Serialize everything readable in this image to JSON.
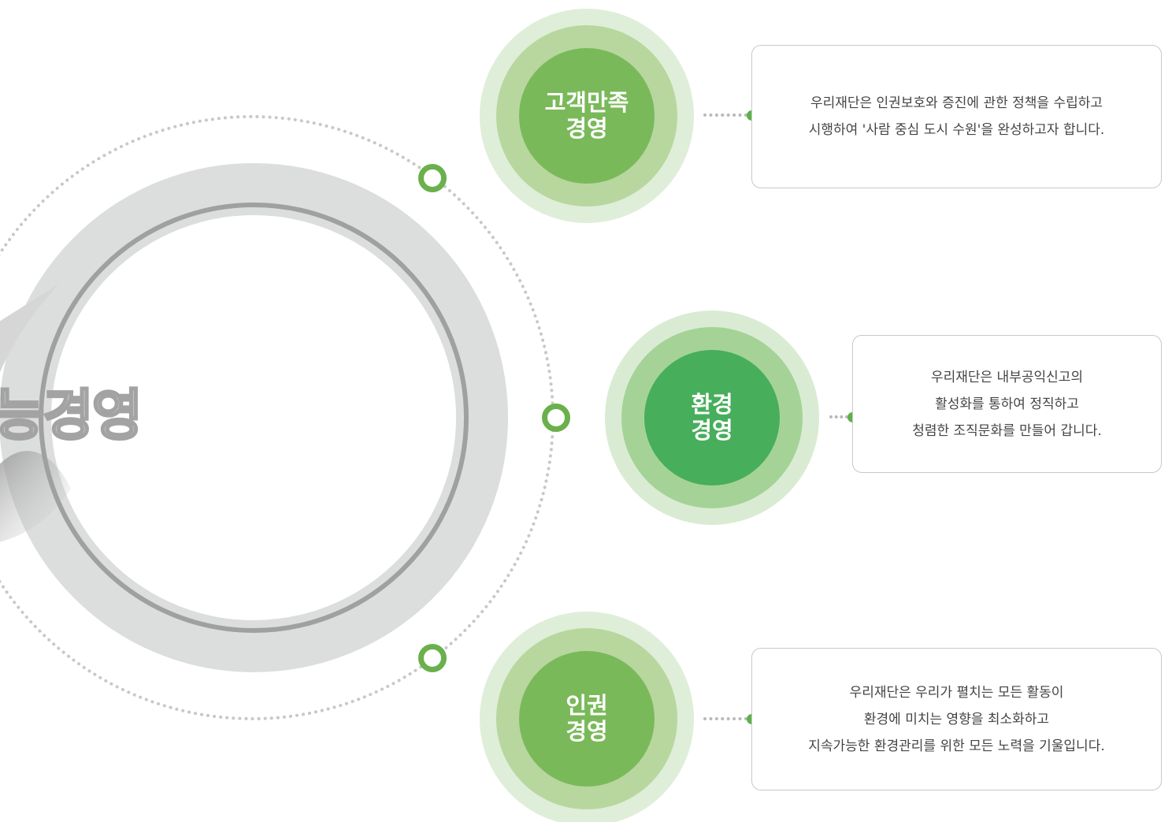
{
  "title": "능경영",
  "colors": {
    "ring_gray": "#dcdddd",
    "line_gray": "#a0a0a0",
    "accent_green": "#6ab04c",
    "outer_green": "#dfeed8",
    "mid_green": "#b7d79f",
    "core_green": "#7ab95a",
    "mid_green_2": "#a5d397",
    "core_green_2": "#47ae5b"
  },
  "items": [
    {
      "name_lines": [
        "고객만족",
        "경영"
      ],
      "description_lines": [
        "우리재단은 인권보호와 증진에 관한 정책을 수립하고",
        "시행하여 '사람 중심 도시 수원'을 완성하고자 합니다."
      ]
    },
    {
      "name_lines": [
        "환경",
        "경영"
      ],
      "description_lines": [
        "우리재단은 내부공익신고의",
        "활성화를 통하여 정직하고",
        "청렴한 조직문화를 만들어 갑니다."
      ]
    },
    {
      "name_lines": [
        "인권",
        "경영"
      ],
      "description_lines": [
        "우리재단은 우리가 펼치는 모든 활동이",
        "환경에 미치는 영향을 최소화하고",
        "지속가능한 환경관리를 위한 모든 노력을 기울입니다."
      ]
    }
  ]
}
